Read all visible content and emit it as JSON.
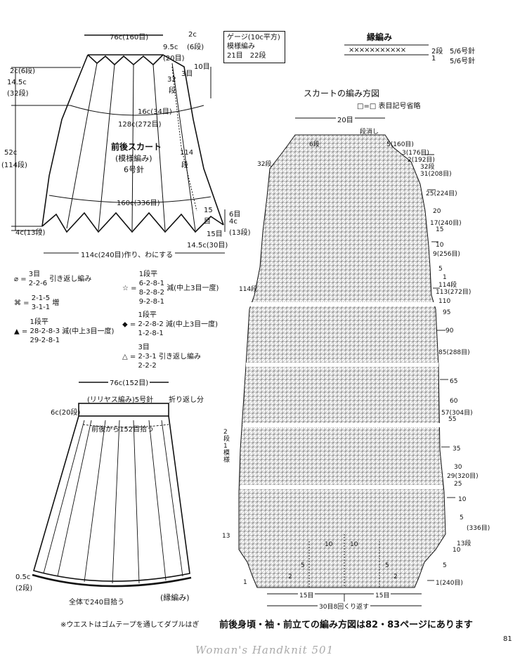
{
  "skirt_top": {
    "top_width": "76c(160目)",
    "top_right_1": "2c",
    "top_right_2": "(6段)",
    "top_right_3": "9.5c",
    "top_right_4": "(20目)",
    "right_10": "10目",
    "right_3": "3目",
    "right_32": "32",
    "right_dan": "段",
    "left_2c": "2c(6段)",
    "left_145": "14.5c",
    "left_32": "(32段)",
    "mid_16c": "16c(34目)",
    "mid_128": "128c(272目)",
    "title_1": "前後スカート",
    "title_2": "(模様編み)",
    "title_3": "6号針",
    "side_114": "114",
    "side_dan": "段",
    "left_52": "52c",
    "left_114": "(114段)",
    "bottom_160": "160c(336目)",
    "right_15": "15",
    "right_15dan": "目",
    "right_6": "6目",
    "right_4": "4c",
    "right_13": "(13段)",
    "bottom_15": "15目",
    "bottom_145": "14.5c(30目)",
    "left_4c": "4c(13段)",
    "cast_on": "114c(240目)作り、わにする"
  },
  "gauge": {
    "title": "ゲージ(10c平方)",
    "line2": "模様編み",
    "line3": "21目　22段"
  },
  "edge": {
    "title": "縁編み",
    "marks": "×××××××××××",
    "row2": "2段",
    "row1": "1",
    "needle1": "5/6号針",
    "needle2": "5/6号針"
  },
  "legend": [
    {
      "sym": "⌀",
      "lines": [
        "3目",
        "2-2-6"
      ],
      "suffix": "引き返し編み"
    },
    {
      "sym": "⌘",
      "lines": [
        "2-1-5",
        "3-1-1"
      ],
      "suffix": "増"
    },
    {
      "sym": "▲",
      "lines": [
        "1段平",
        "28-2-8-3",
        "29-2-8-1"
      ],
      "suffix": "減(中上3目一度)"
    },
    {
      "sym": "☆",
      "lines": [
        "1段平",
        "6-2-8-1",
        "8-2-8-2",
        "9-2-8-1"
      ],
      "suffix": "減(中上3目一度)"
    },
    {
      "sym": "◆",
      "lines": [
        "1段平",
        "2-2-8-2",
        "1-2-8-1"
      ],
      "suffix": "減(中上3目一度)"
    },
    {
      "sym": "△",
      "lines": [
        "3目",
        "2-3-1",
        "2-2-2"
      ],
      "suffix": "引き返し編み"
    }
  ],
  "skirt_bottom": {
    "top_width": "76c(152目)",
    "rib_label": "(リリヤス編み)5号針",
    "fold": "折り返し分",
    "left_6c": "6c(20段)",
    "pick_up": "前後から152目拾う",
    "left_05": "0.5c",
    "left_2": "(2段)",
    "whole": "全体で240目拾う",
    "edge": "(縁編み)",
    "note": "※ウエストはゴムテープを通してダブルはぎ"
  },
  "chart": {
    "title": "スカートの編み方図",
    "legend_note": "□=□ 表目記号省略",
    "width_label": "20目",
    "right_labels": [
      {
        "text": "段消し"
      },
      {
        "text": "6段"
      },
      {
        "text": "5(160目)"
      },
      {
        "text": "3(176目)"
      },
      {
        "text": "2(192目)"
      },
      {
        "text": "32段"
      },
      {
        "text": "31(208目)"
      },
      {
        "text": "25(224目)"
      },
      {
        "text": "20"
      },
      {
        "text": "17(240目)"
      },
      {
        "text": "15"
      },
      {
        "text": "10"
      },
      {
        "text": "9(256目)"
      },
      {
        "text": "5"
      },
      {
        "text": "1"
      },
      {
        "text": "114段"
      },
      {
        "text": "113(272目)"
      },
      {
        "text": "110"
      },
      {
        "text": "95"
      },
      {
        "text": "90"
      },
      {
        "text": "85(288目)"
      },
      {
        "text": "65"
      },
      {
        "text": "60"
      },
      {
        "text": "57(304目)"
      },
      {
        "text": "55"
      },
      {
        "text": "35"
      },
      {
        "text": "30"
      },
      {
        "text": "29(320目)"
      },
      {
        "text": "25"
      },
      {
        "text": "10"
      },
      {
        "text": "5"
      },
      {
        "text": "(336目)"
      },
      {
        "text": "13段"
      },
      {
        "text": "10"
      },
      {
        "text": "5"
      },
      {
        "text": "1(240目)"
      }
    ],
    "left_32": "32段",
    "left_114": "114段",
    "left_rep": "2段1模様",
    "left_13": "13",
    "left_1": "1",
    "inner_10a": "10",
    "inner_10b": "10",
    "inner_5a": "5",
    "inner_5b": "5",
    "inner_2a": "2",
    "inner_2b": "2",
    "bottom_15a": "15目",
    "bottom_15b": "15目",
    "bottom_repeat": "30目8回くり返す",
    "ref_note": "前後身頃・袖・前立ての編み方図は82・83ページにあります"
  },
  "page_number": "81",
  "footer": "Woman's Handknit 501"
}
